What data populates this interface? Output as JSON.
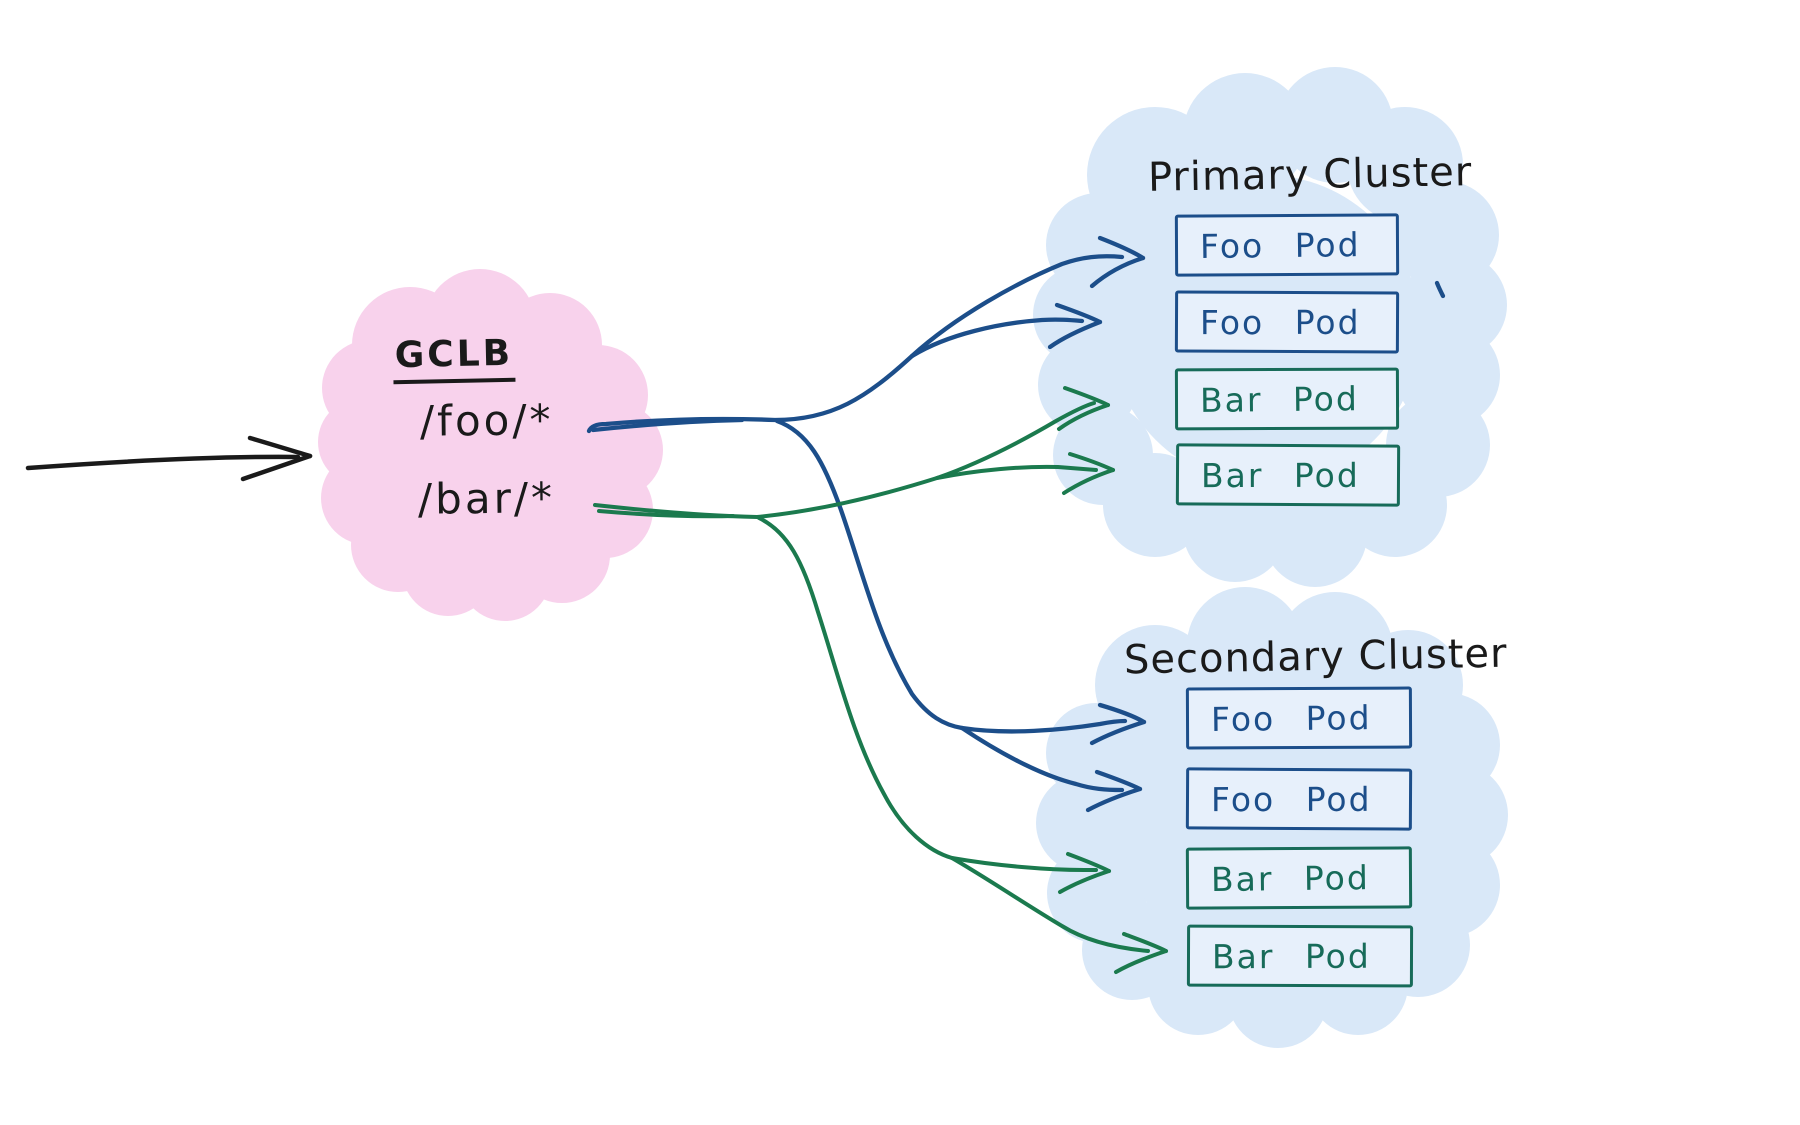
{
  "gclb": {
    "label": "GCLB",
    "routes": [
      {
        "path": "/foo/*"
      },
      {
        "path": "/bar/*"
      }
    ]
  },
  "clusters": [
    {
      "name": "Primary Cluster",
      "pods": [
        {
          "label": "Foo Pod",
          "service": "foo"
        },
        {
          "label": "Foo Pod",
          "service": "foo"
        },
        {
          "label": "Bar Pod",
          "service": "bar"
        },
        {
          "label": "Bar Pod",
          "service": "bar"
        }
      ]
    },
    {
      "name": "Secondary Cluster",
      "pods": [
        {
          "label": "Foo Pod",
          "service": "foo"
        },
        {
          "label": "Foo Pod",
          "service": "foo"
        },
        {
          "label": "Bar Pod",
          "service": "bar"
        },
        {
          "label": "Bar Pod",
          "service": "bar"
        }
      ]
    }
  ],
  "connections": [
    {
      "from": "/foo/*",
      "to": "Foo Pods in Primary and Secondary Cluster",
      "color": "#1c4e8a"
    },
    {
      "from": "/bar/*",
      "to": "Bar Pods in Primary and Secondary Cluster",
      "color": "#1b7a4e"
    }
  ],
  "colors": {
    "foo_stroke": "#1c4e8a",
    "bar_stroke": "#1b7a4e",
    "bar_pod_border": "#176b59",
    "ink": "#1a1a1a",
    "gclb_cloud": "#f8d2ec",
    "cluster_cloud": "#d9e8f8",
    "pod_fill": "#e7f0fb",
    "background": "#ffffff"
  }
}
